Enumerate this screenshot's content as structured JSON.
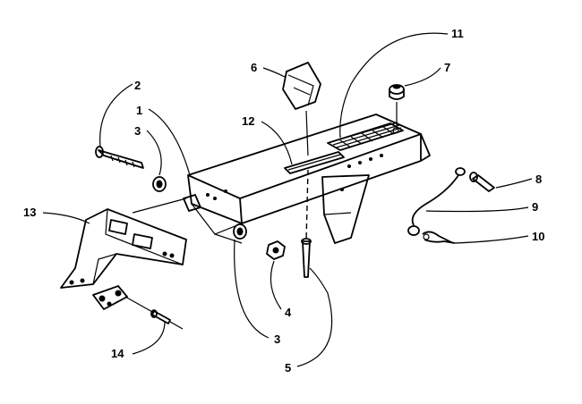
{
  "diagram": {
    "callouts": [
      {
        "id": "c1",
        "text": "1"
      },
      {
        "id": "c2",
        "text": "2"
      },
      {
        "id": "c3a",
        "text": "3"
      },
      {
        "id": "c3b",
        "text": "3"
      },
      {
        "id": "c4",
        "text": "4"
      },
      {
        "id": "c5",
        "text": "5"
      },
      {
        "id": "c6",
        "text": "6"
      },
      {
        "id": "c7",
        "text": "7"
      },
      {
        "id": "c8",
        "text": "8"
      },
      {
        "id": "c9",
        "text": "9"
      },
      {
        "id": "c10",
        "text": "10"
      },
      {
        "id": "c11",
        "text": "11"
      },
      {
        "id": "c12",
        "text": "12"
      },
      {
        "id": "c13",
        "text": "13"
      },
      {
        "id": "c14",
        "text": "14"
      }
    ]
  }
}
